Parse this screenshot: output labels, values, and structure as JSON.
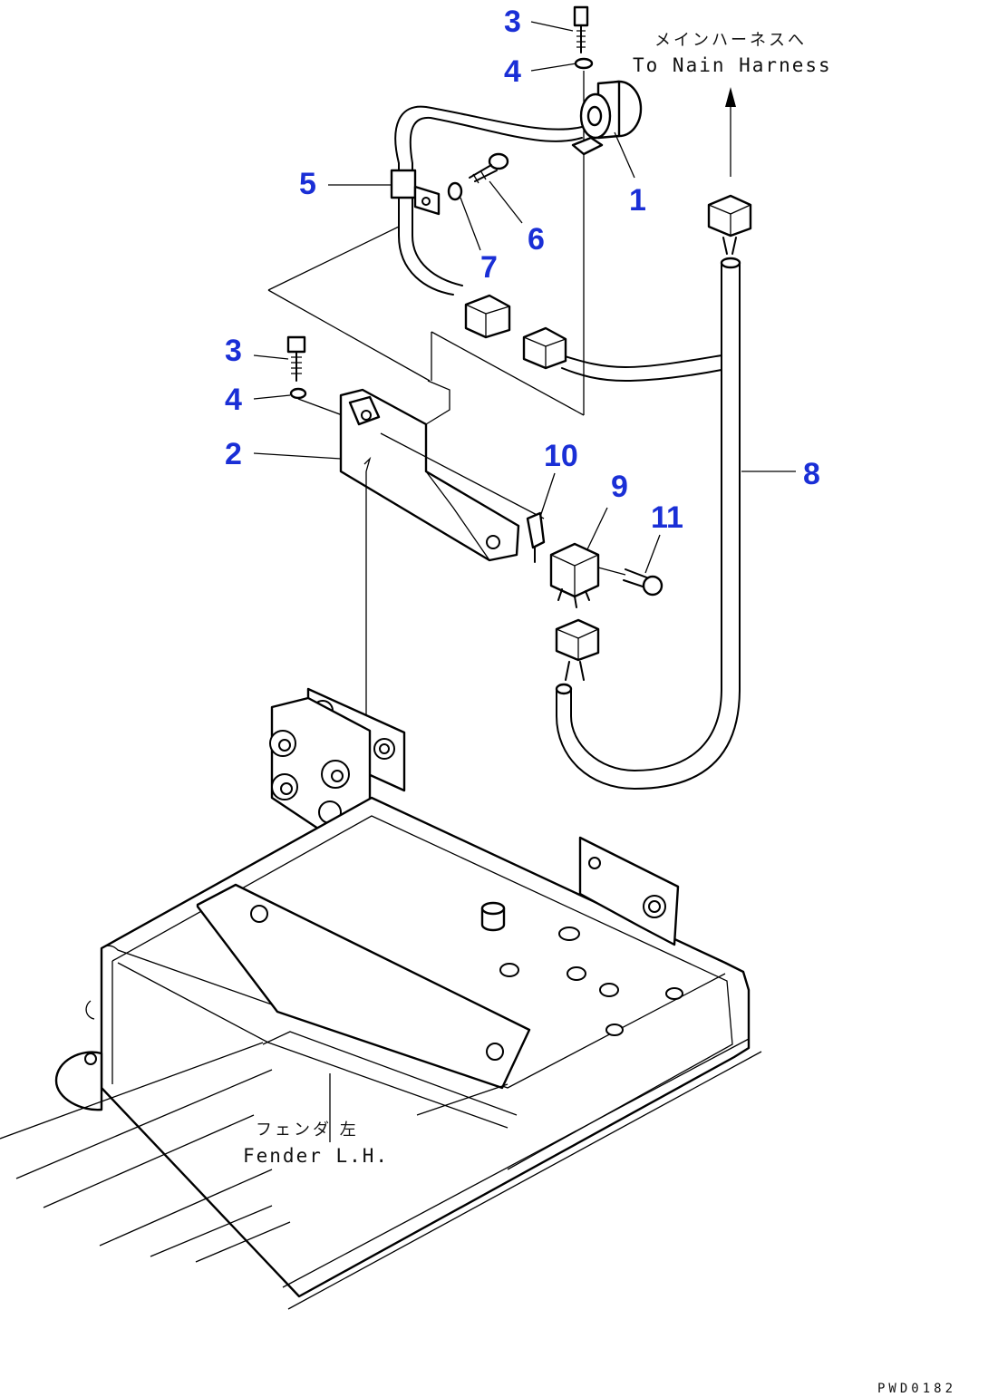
{
  "drawing": {
    "callouts": [
      {
        "id": "1",
        "label": "1"
      },
      {
        "id": "2",
        "label": "2"
      },
      {
        "id": "3a",
        "label": "3"
      },
      {
        "id": "3b",
        "label": "3"
      },
      {
        "id": "4a",
        "label": "4"
      },
      {
        "id": "4b",
        "label": "4"
      },
      {
        "id": "5",
        "label": "5"
      },
      {
        "id": "6",
        "label": "6"
      },
      {
        "id": "7",
        "label": "7"
      },
      {
        "id": "8",
        "label": "8"
      },
      {
        "id": "9",
        "label": "9"
      },
      {
        "id": "10",
        "label": "10"
      },
      {
        "id": "11",
        "label": "11"
      }
    ],
    "annotations": {
      "main_harness_jp": "メインハーネスへ",
      "main_harness_en": "To Nain Harness",
      "fender_jp": "フェンダ 左",
      "fender_en": "Fender L.H."
    },
    "drawing_code": "PWD0182",
    "colors": {
      "callout": "#1a2fd6",
      "line": "#000000",
      "background": "#ffffff"
    }
  }
}
